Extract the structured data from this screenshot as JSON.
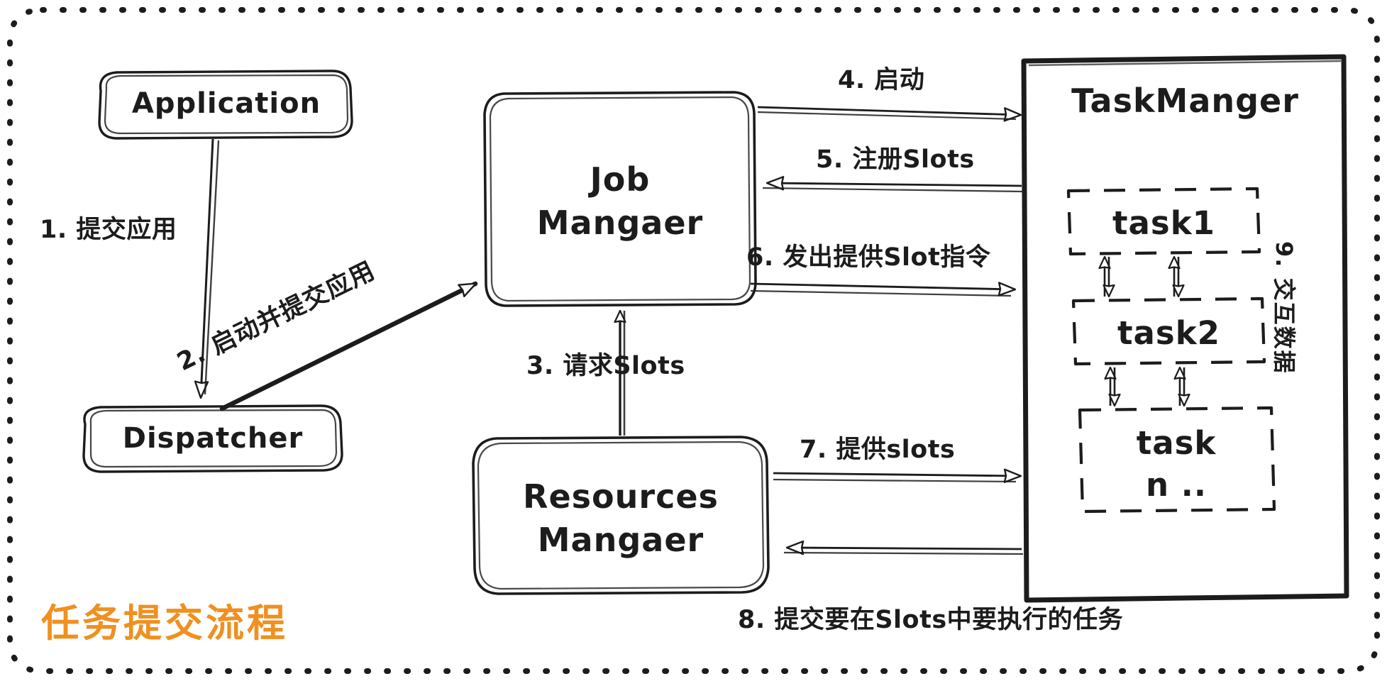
{
  "diagram": {
    "title": "任务提交流程",
    "title_color": "#ef9020",
    "stroke_color": "#1c1c1c",
    "background": "#ffffff",
    "border_style": "dashed-rounded"
  },
  "nodes": {
    "application": {
      "label": "Application",
      "shape": "rounded-rect"
    },
    "dispatcher": {
      "label": "Dispatcher",
      "shape": "rounded-rect"
    },
    "job_manager": {
      "label": "Job\nMangaer",
      "shape": "rounded-square"
    },
    "resources_manager": {
      "label": "Resources\nMangaer",
      "shape": "rounded-rect"
    },
    "task_manager": {
      "label": "TaskManger",
      "shape": "rect"
    },
    "tasks": [
      {
        "label": "task1",
        "shape": "dashed-rect"
      },
      {
        "label": "task2",
        "shape": "dashed-rect"
      },
      {
        "label": "task\nn ..",
        "shape": "dashed-rect"
      }
    ]
  },
  "edges": [
    {
      "id": 1,
      "label": "1. 提交应用",
      "from": "application",
      "to": "dispatcher"
    },
    {
      "id": 2,
      "label": "2. 启动并提交应用",
      "from": "dispatcher",
      "to": "job_manager"
    },
    {
      "id": 3,
      "label": "3. 请求Slots",
      "from": "resources_manager",
      "to": "job_manager"
    },
    {
      "id": 4,
      "label": "4. 启动",
      "from": "job_manager",
      "to": "task_manager"
    },
    {
      "id": 5,
      "label": "5. 注册Slots",
      "from": "task_manager",
      "to": "job_manager"
    },
    {
      "id": 6,
      "label": "6. 发出提供Slot指令",
      "from": "job_manager",
      "to": "task_manager"
    },
    {
      "id": 7,
      "label": "7. 提供slots",
      "from": "resources_manager",
      "to": "task_manager"
    },
    {
      "id": 8,
      "label": "8. 提交要在Slots中要执行的任务",
      "from": "task_manager",
      "to": "resources_manager"
    },
    {
      "id": 9,
      "label": "9. 交互数据",
      "from": "task_manager",
      "to": "task_manager",
      "orientation": "vertical"
    }
  ]
}
